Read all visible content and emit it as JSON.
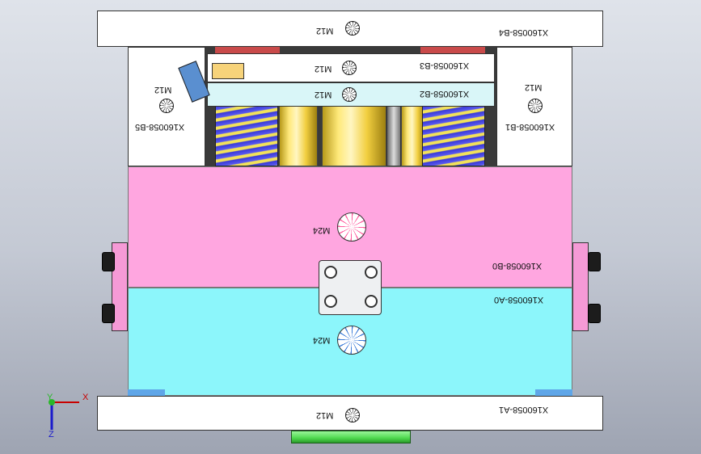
{
  "plates": {
    "b4": {
      "code": "X160058-B4",
      "screw": "M12"
    },
    "b3": {
      "code": "X160058-B3",
      "screw": "M12"
    },
    "b2": {
      "code": "X160058-B2",
      "screw": "M12"
    },
    "b5": {
      "code": "X160058-B5",
      "screw": "M12"
    },
    "b1": {
      "code": "X160058-B1",
      "screw": "M12"
    },
    "b0": {
      "code": "X160058-B0",
      "screw": "M24"
    },
    "a0": {
      "code": "X160058-A0",
      "screw": "M24"
    },
    "a1": {
      "code": "X160058-A1",
      "screw": "M12"
    }
  },
  "triad": {
    "x": "X",
    "y": "Y",
    "z": "Z"
  },
  "colors": {
    "background_top": "#dfe3ea",
    "plate_white": "#ffffff",
    "plate_pink": "#ffa6e0",
    "plate_cyan": "#8cf6fb",
    "spring_blue": "#3a3ad8",
    "spring_yellow": "#f2e25a",
    "gold": "#ffe97a",
    "locating_ring": "#4ed84e"
  },
  "icons": [
    "screw-head-icon",
    "axis-triad-icon"
  ]
}
